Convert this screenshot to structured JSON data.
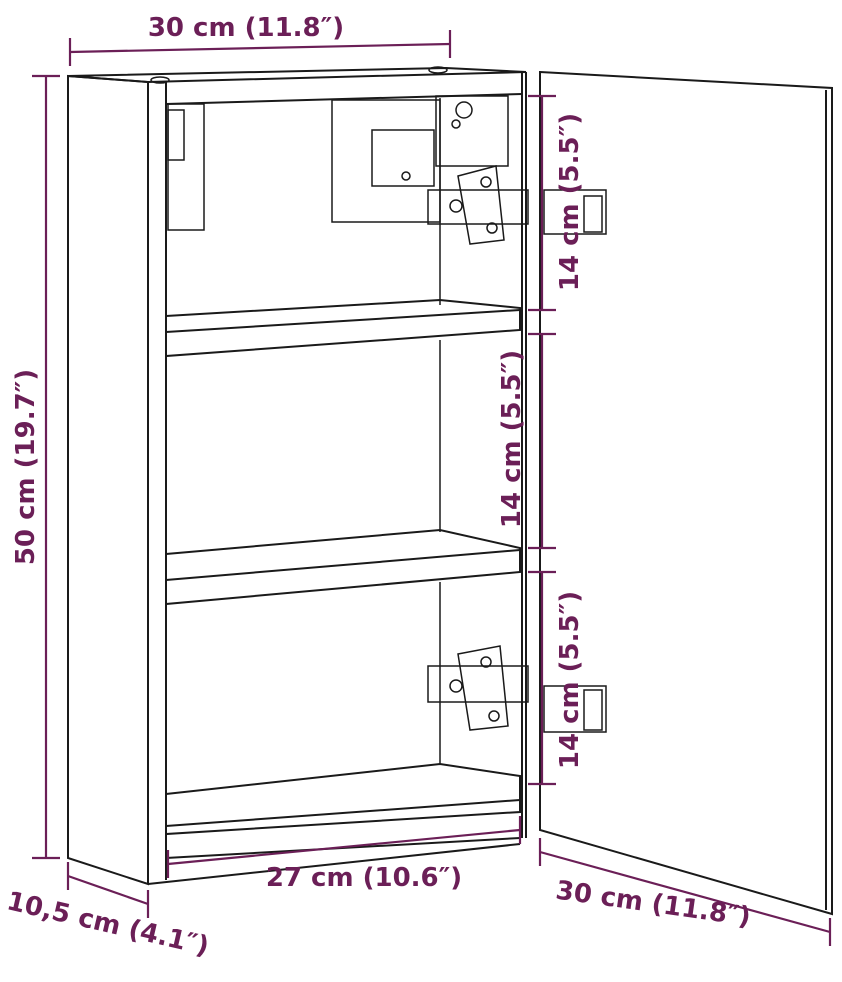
{
  "colors": {
    "dimension": "#6b1f57",
    "outline": "#1a1a1a",
    "background": "#ffffff"
  },
  "dimensions": {
    "top_width": "30 cm (11.8″)",
    "height": "50 cm (19.7″)",
    "depth": "10,5 cm (4.1″)",
    "inner_width": "27 cm (10.6″)",
    "door_width": "30 cm (11.8″)",
    "shelf_spacing": [
      "14 cm (5.5″)",
      "14 cm (5.5″)",
      "14 cm (5.5″)"
    ]
  }
}
